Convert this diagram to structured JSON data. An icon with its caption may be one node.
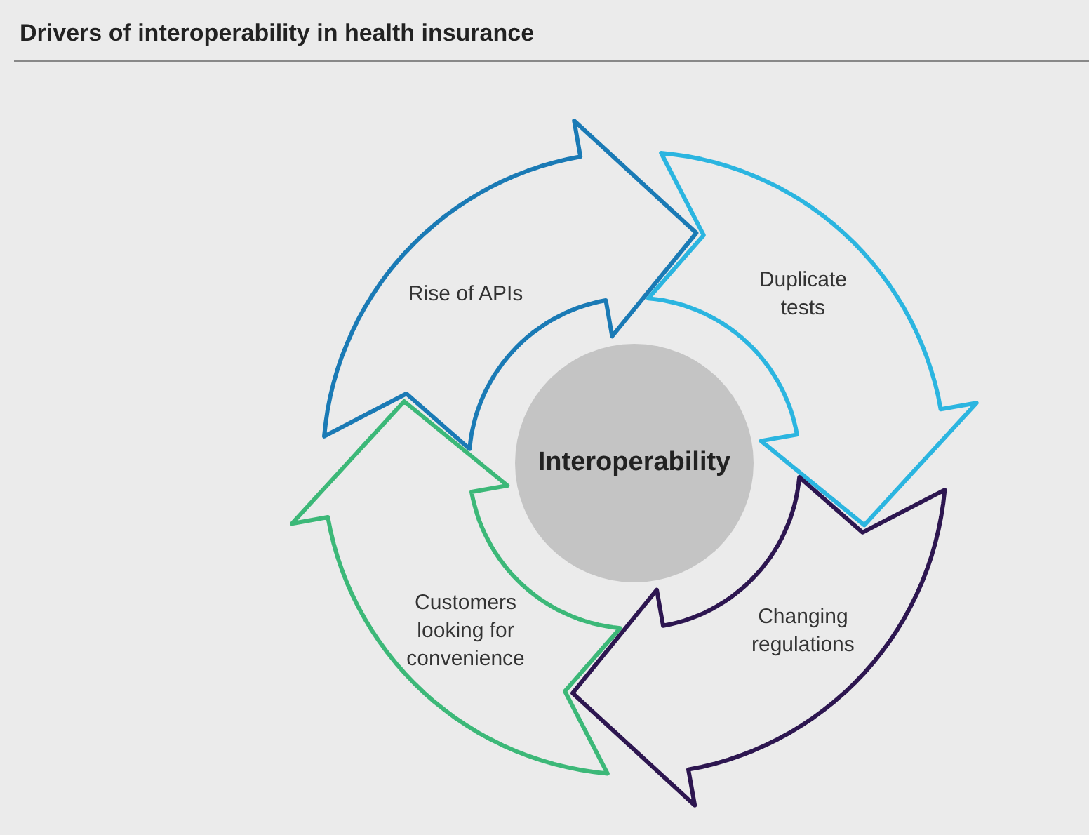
{
  "diagram": {
    "title": "Drivers of interoperability in health insurance",
    "nodes": [
      {
        "text": [
          "Rise of APIs"
        ]
      },
      {
        "text": [
          "Duplicate tests"
        ]
      },
      {
        "text": [
          "Interoperability"
        ]
      },
      {
        "text": [
          "Customers looking for convenience"
        ]
      },
      {
        "text": [
          "Changing regulations"
        ]
      }
    ]
  }
}
